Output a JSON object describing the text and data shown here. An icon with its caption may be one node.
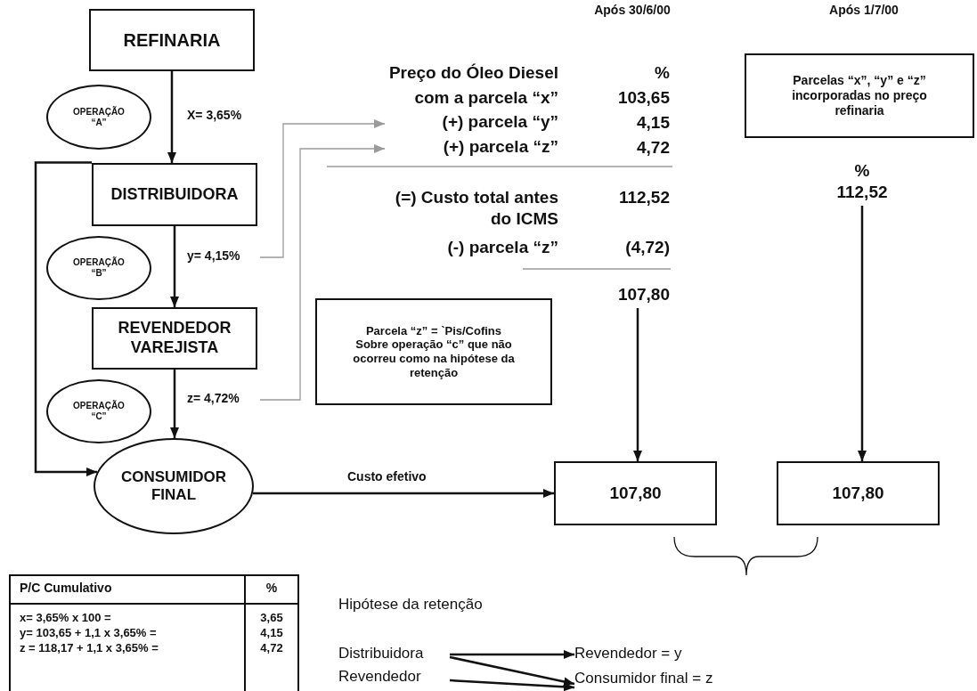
{
  "diagram": {
    "nodes": [
      {
        "text": [
          "REFINARIA"
        ]
      },
      {
        "text": [
          "OPERAÇÃO “A”"
        ]
      },
      {
        "text": [
          "DISTRIBUIDORA"
        ]
      },
      {
        "text": [
          "OPERAÇÃO “B”"
        ]
      },
      {
        "text": [
          "REVENDEDOR VAREJISTA"
        ]
      },
      {
        "text": [
          "OPERAÇÃO “C”"
        ]
      },
      {
        "text": [
          "CONSUMIDOR FINAL"
        ]
      },
      {
        "text": [
          "y= 4,15%"
        ]
      },
      {
        "text": [
          "z= 4,72%"
        ]
      },
      {
        "text": [
          "(+) parcela “y”"
        ]
      },
      {
        "text": [
          "(+) parcela “z”"
        ]
      },
      {
        "text": [
          "Parcelas “x”, “y” e “z” incorporadas no preço refinaria"
        ]
      },
      {
        "text": [
          "112,52"
        ]
      },
      {
        "text": [
          "107,80"
        ]
      },
      {
        "text": [
          "Parcela “z” = `Pis/Cofins Sobre operação “c” que não ocorreu como na hipótese da retenção"
        ]
      },
      {
        "text": [
          "107,80"
        ]
      },
      {
        "text": [
          "107,80"
        ]
      },
      {
        "text": [
          "Distribuidora"
        ]
      },
      {
        "text": [
          "Revendedor"
        ]
      },
      {
        "text": [
          "Revendedor = y"
        ]
      },
      {
        "text": [
          "Consumidor final = z"
        ]
      }
    ],
    "edges": [
      {
        "from": 0,
        "to": 2,
        "arrow": "to",
        "label": "X= 3,65%"
      },
      {
        "from": 2,
        "to": 4,
        "arrow": "to"
      },
      {
        "from": 4,
        "to": 6,
        "arrow": "to"
      },
      {
        "from": 2,
        "to": 6,
        "arrow": "to"
      },
      {
        "from": 7,
        "to": 9,
        "arrow": "to",
        "color": "#9a9a9a"
      },
      {
        "from": 8,
        "to": 10,
        "arrow": "to",
        "color": "#9a9a9a"
      },
      {
        "from": 13,
        "to": 15,
        "arrow": "to"
      },
      {
        "from": 12,
        "to": 16,
        "arrow": "to"
      },
      {
        "from": 6,
        "to": 15,
        "arrow": "to",
        "label": "Custo efetivo"
      },
      {
        "from": 17,
        "to": 19,
        "arrow": "to"
      },
      {
        "from": 17,
        "to": 20,
        "arrow": "to"
      },
      {
        "from": 18,
        "to": 20,
        "arrow": "to"
      }
    ],
    "labels": [
      "Após 30/6/00",
      "Após 1/7/00",
      "Preço do Óleo Diesel",
      "%",
      "com a parcela “x”",
      "103,65",
      "4,15",
      "4,72",
      "(=) Custo total antes do ICMS",
      "112,52",
      "(-) parcela “z”",
      "(4,72)",
      "%",
      "P/C Cumulativo",
      "%",
      "x= 3,65% x 100 =",
      "y= 103,65 + 1,1 x 3,65% =",
      "z = 118,17 + 1,1 x 3,65% =",
      "3,65",
      "4,15",
      "4,72",
      "Hipótese da retenção"
    ]
  }
}
